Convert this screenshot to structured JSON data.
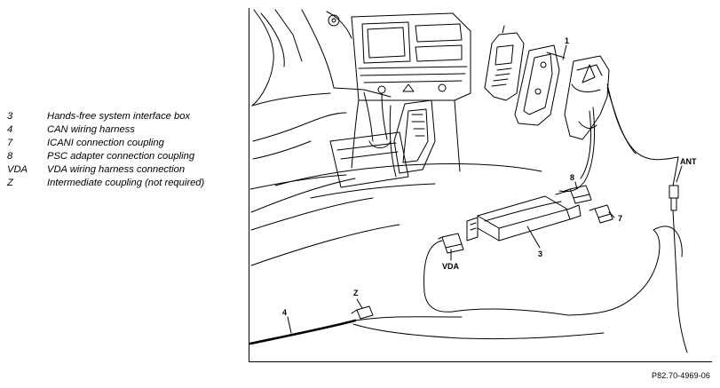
{
  "legend": {
    "items": [
      {
        "key": "3",
        "text": "Hands-free system interface box"
      },
      {
        "key": "4",
        "text": "CAN wiring harness"
      },
      {
        "key": "7",
        "text": "ICANI connection coupling"
      },
      {
        "key": "8",
        "text": "PSC adapter connection coupling"
      },
      {
        "key": "VDA",
        "text": "VDA wiring harness connection"
      },
      {
        "key": "Z",
        "text": "Intermediate coupling (not required)"
      }
    ]
  },
  "figure": {
    "callouts": {
      "c1": "1",
      "c3": "3",
      "c4": "4",
      "c7": "7",
      "c8": "8",
      "vda": "VDA",
      "z": "Z",
      "ant": "ANT"
    },
    "code": "P82.70-4969-06"
  }
}
